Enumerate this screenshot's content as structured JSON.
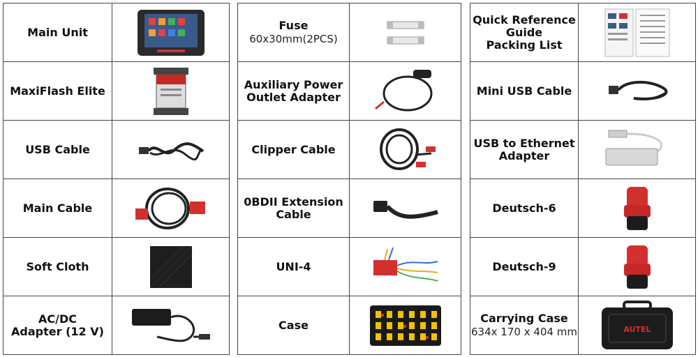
{
  "columns": [
    {
      "rows": [
        {
          "label": "Main Unit",
          "image": "tablet-icon"
        },
        {
          "label": "MaxiFlash Elite",
          "image": "vci-device-icon"
        },
        {
          "label": "USB Cable",
          "image": "usb-cable-icon"
        },
        {
          "label": "Main Cable",
          "image": "main-cable-icon"
        },
        {
          "label": "Soft Cloth",
          "image": "cloth-icon"
        },
        {
          "label": "AC/DC\nAdapter (12 V)",
          "image": "power-adapter-icon"
        }
      ]
    },
    {
      "rows": [
        {
          "label": "Fuse",
          "sub": "60x30mm(2PCS)",
          "image": "fuse-icon"
        },
        {
          "label": "Auxiliary Power\nOutlet Adapter",
          "image": "cigarette-adapter-icon"
        },
        {
          "label": "Clipper Cable",
          "image": "clipper-cable-icon"
        },
        {
          "label": "0BDII Extension\nCable",
          "image": "obd-extension-icon"
        },
        {
          "label": "UNI-4",
          "image": "uni4-connector-icon"
        },
        {
          "label": "Case",
          "image": "adapter-case-icon"
        }
      ]
    },
    {
      "rows": [
        {
          "label": "Quick Reference\nGuide\nPacking List",
          "image": "booklet-icon"
        },
        {
          "label": "Mini USB Cable",
          "image": "mini-usb-cable-icon"
        },
        {
          "label": "USB to Ethernet\nAdapter",
          "image": "usb-ethernet-icon"
        },
        {
          "label": "Deutsch-6",
          "image": "deutsch-connector-icon"
        },
        {
          "label": "Deutsch-9",
          "image": "deutsch-connector-icon"
        },
        {
          "label": "Carrying Case",
          "sub": "634x 170 x 404 mm",
          "image": "carrying-case-icon",
          "brand": "AUTEL"
        }
      ]
    }
  ]
}
